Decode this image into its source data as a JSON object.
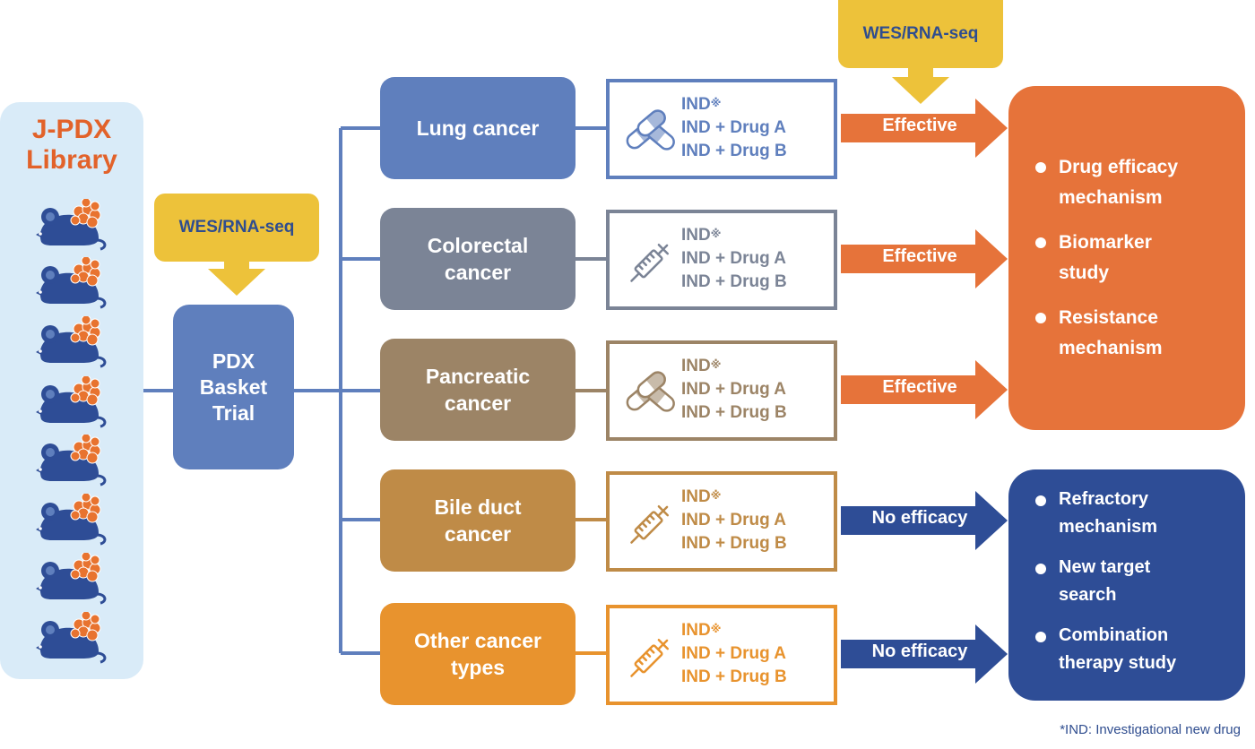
{
  "library": {
    "title_line1": "J-PDX",
    "title_line2": "Library",
    "icon": "pdx-mouse-icon",
    "mouse_count": 8
  },
  "wes_label": "WES/RNA-seq",
  "wes_label_top": "WES/RNA-seq",
  "basket": {
    "line1": "PDX",
    "line2": "Basket",
    "line3": "Trial"
  },
  "cancers": [
    {
      "line1": "Lung cancer",
      "line2": "",
      "color": "#5f7fbd",
      "line_color": "#5f7fbd",
      "icon": "capsules-icon",
      "result": "Effective",
      "result_color": "#e6733a"
    },
    {
      "line1": "Colorectal",
      "line2": "cancer",
      "color": "#7b8496",
      "line_color": "#7b8496",
      "icon": "syringe-icon",
      "result": "Effective",
      "result_color": "#e6733a"
    },
    {
      "line1": "Pancreatic",
      "line2": "cancer",
      "color": "#9c8466",
      "line_color": "#9c8466",
      "icon": "capsules-icon",
      "result": "Effective",
      "result_color": "#e6733a"
    },
    {
      "line1": "Bile duct",
      "line2": "cancer",
      "color": "#bf8b47",
      "line_color": "#bf8b47",
      "icon": "syringe-icon",
      "result": "No efficacy",
      "result_color": "#2e4d96"
    },
    {
      "line1": "Other cancer",
      "line2": "types",
      "color": "#e8932e",
      "line_color": "#e8932e",
      "icon": "syringe-icon",
      "result": "No efficacy",
      "result_color": "#2e4d96"
    }
  ],
  "treatment": {
    "line1": "IND",
    "mark": "※",
    "line2": "IND + Drug A",
    "line3": "IND + Drug B"
  },
  "outcome_effective": {
    "color": "#e6733a",
    "items": [
      {
        "line1": "Drug efficacy",
        "line2": "mechanism"
      },
      {
        "line1": "Biomarker",
        "line2": "study"
      },
      {
        "line1": "Resistance",
        "line2": "mechanism"
      }
    ]
  },
  "outcome_no_efficacy": {
    "color": "#2e4d96",
    "items": [
      {
        "line1": "Refractory",
        "line2": "mechanism"
      },
      {
        "line1": "New target",
        "line2": "search"
      },
      {
        "line1": "Combination",
        "line2": "therapy study"
      }
    ]
  },
  "footnote": "*IND: Investigational new drug",
  "connector_color": "#5f7fbd",
  "wes_color": "#edc23a"
}
